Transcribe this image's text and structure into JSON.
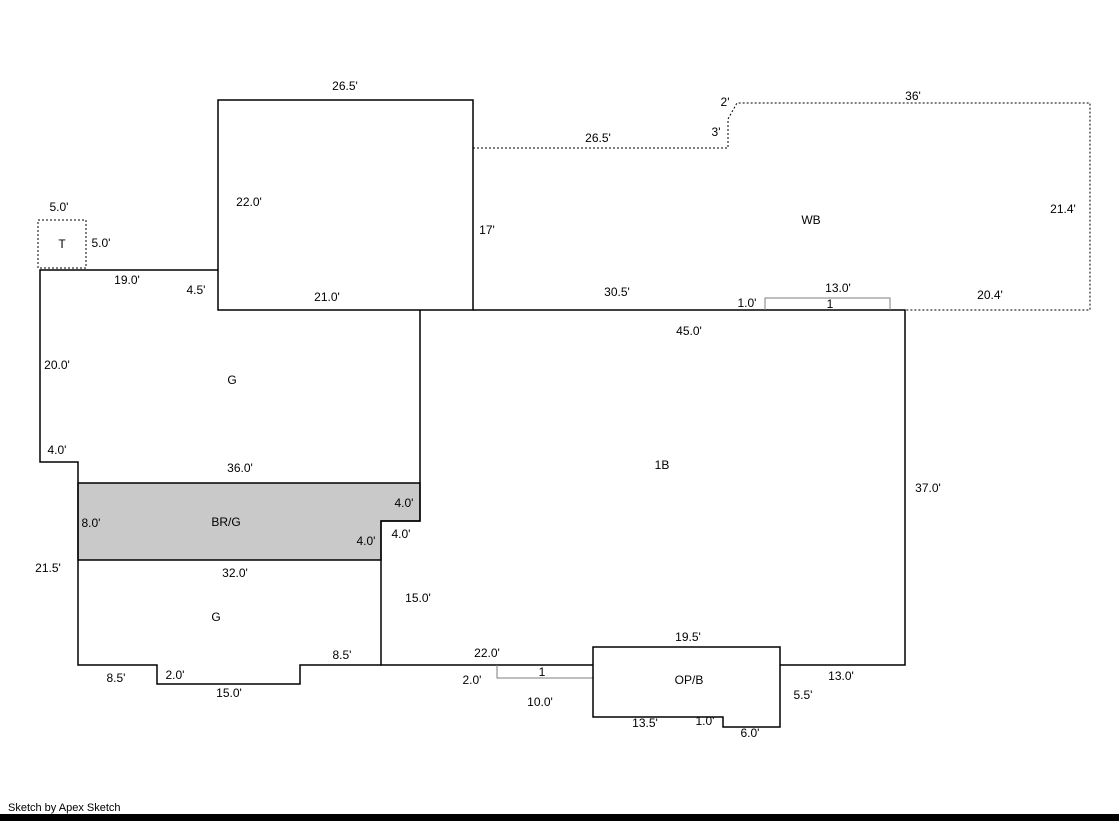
{
  "footer": {
    "credit": "Sketch by Apex Sketch"
  },
  "colors": {
    "line": "#000000",
    "shaded_fill": "#c9c9c9",
    "background": "#ffffff",
    "footer_bar": "#000000"
  },
  "areas": {
    "t_label": "T",
    "garage_upper_label": "G",
    "br_g_label": "BR/G",
    "garage_lower_label": "G",
    "main_1b_label": "1B",
    "wb_label": "WB",
    "op_b_label": "OP/B"
  },
  "dims": {
    "garage_top": "26.5'",
    "wb_inner_top": "26.5'",
    "wb_jog_short": "2'",
    "wb_jog_tall": "3'",
    "wb_top": "36'",
    "wb_right": "21.4'",
    "garage_left": "22.0'",
    "garage_right_lower": "17'",
    "t_top": "5.0'",
    "t_right": "5.0'",
    "ext_top": "19.0'",
    "ext_right": "4.5'",
    "g_upper_bottom": "21.0'",
    "b1_top_left": "30.5'",
    "stoop_top_depth": "1.0'",
    "stoop_top_width": "13.0'",
    "stoop_top_mark": "1",
    "wb_bottom": "20.4'",
    "b1_top_total": "45.0'",
    "left_wall_upper": "20.0'",
    "b1_right": "37.0'",
    "left_step": "4.0'",
    "brg_top": "36.0'",
    "brg_right": "4.0'",
    "brg_left_height": "8.0'",
    "brg_step_w": "4.0'",
    "brg_step_h": "4.0'",
    "left_wall_lower": "21.5'",
    "brg_bottom": "32.0'",
    "g_lower_right": "15.0'",
    "g_lower_bottom_right": "8.5'",
    "b1_bottom_left": "22.0'",
    "opb_top": "19.5'",
    "g_lower_bottom_left": "8.5'",
    "g_lower_notch_depth": "2.0'",
    "stoop_bottom_offset": "2.0'",
    "stoop_bottom_mark": "1",
    "b1_bottom_right": "13.0'",
    "g_lower_notch_width": "15.0'",
    "opb_right": "5.5'",
    "stoop_bottom_width": "10.0'",
    "opb_bottom_left": "13.5'",
    "opb_step": "1.0'",
    "opb_bottom_right": "6.0'"
  }
}
